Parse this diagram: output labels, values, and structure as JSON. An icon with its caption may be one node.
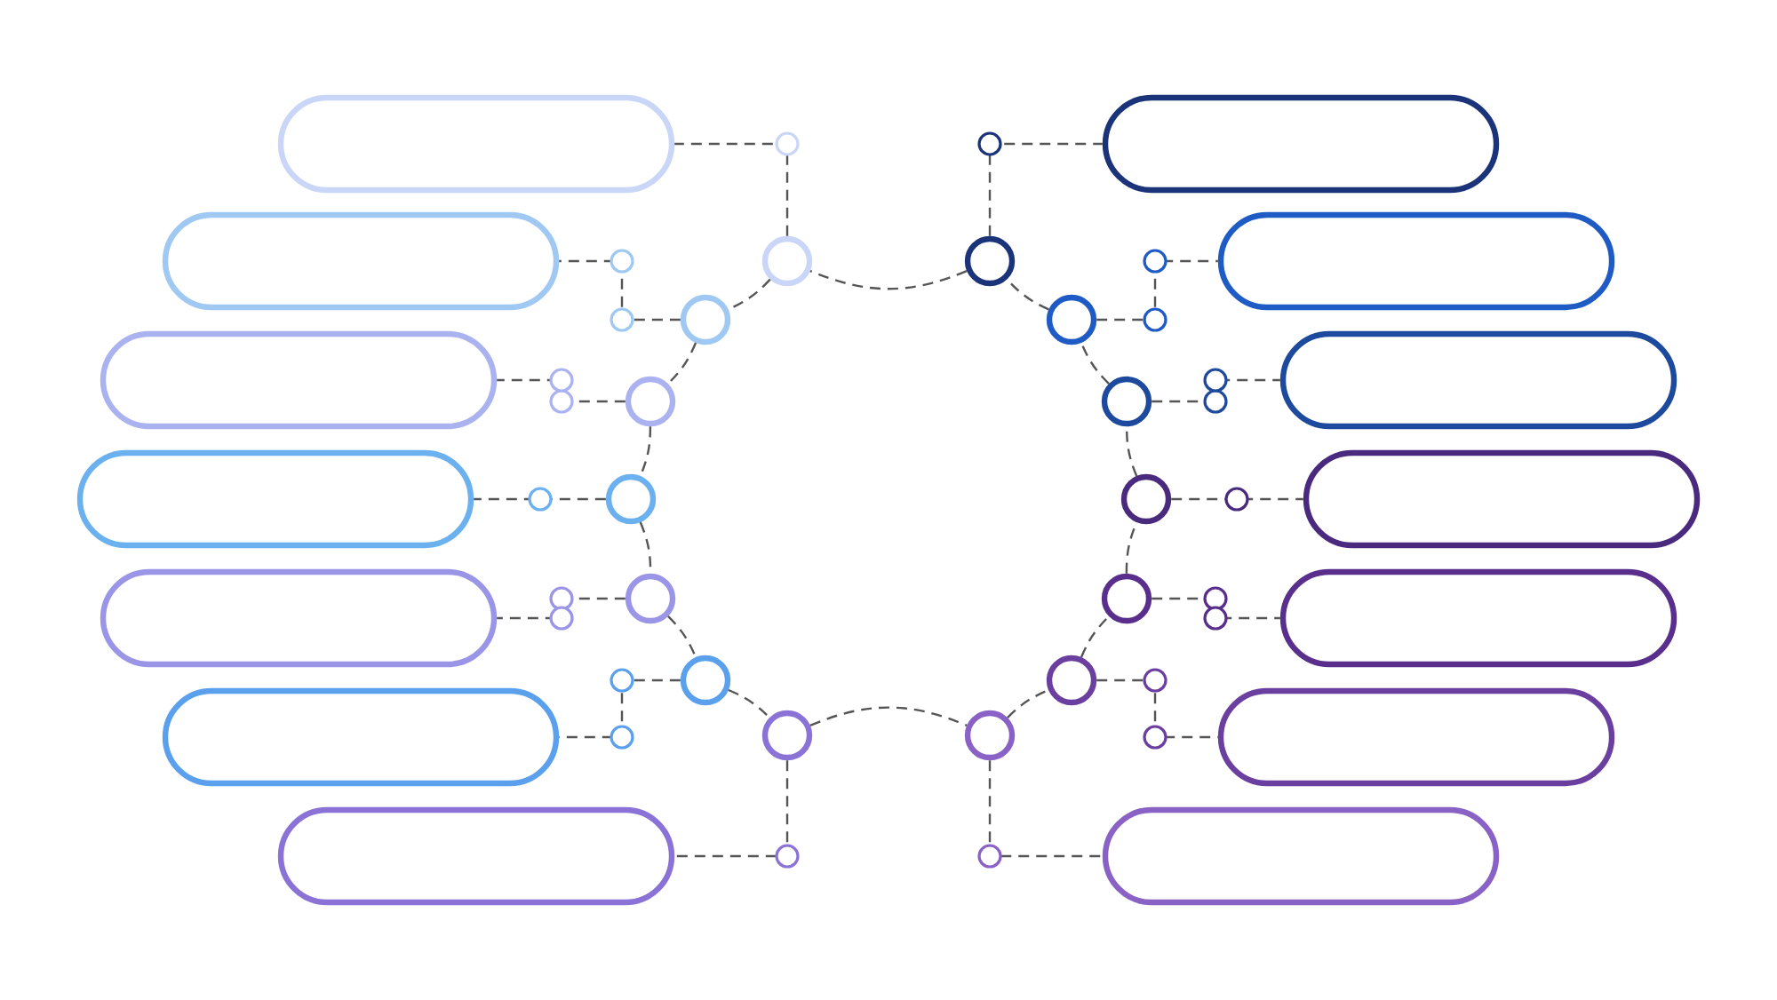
{
  "diagram": {
    "nodes": [
      {
        "text": [],
        "shape": "box"
      },
      {
        "text": [],
        "shape": "box"
      },
      {
        "text": [],
        "shape": "box"
      },
      {
        "text": [],
        "shape": "box"
      },
      {
        "text": [],
        "shape": "box"
      },
      {
        "text": [],
        "shape": "box"
      },
      {
        "text": [],
        "shape": "box"
      },
      {
        "text": [],
        "shape": "box"
      },
      {
        "text": [],
        "shape": "box"
      },
      {
        "text": [],
        "shape": "box"
      },
      {
        "text": [],
        "shape": "box"
      },
      {
        "text": [],
        "shape": "box"
      },
      {
        "text": [],
        "shape": "box"
      },
      {
        "text": [],
        "shape": "box"
      },
      {
        "text": [],
        "shape": "circle"
      },
      {
        "text": [],
        "shape": "circle"
      },
      {
        "text": [],
        "shape": "circle"
      },
      {
        "text": [],
        "shape": "circle"
      },
      {
        "text": [],
        "shape": "circle"
      },
      {
        "text": [],
        "shape": "circle"
      },
      {
        "text": [],
        "shape": "circle"
      },
      {
        "text": [],
        "shape": "circle"
      },
      {
        "text": [],
        "shape": "circle"
      },
      {
        "text": [],
        "shape": "circle"
      },
      {
        "text": [],
        "shape": "circle"
      },
      {
        "text": [],
        "shape": "circle"
      },
      {
        "text": [],
        "shape": "circle"
      },
      {
        "text": [],
        "shape": "circle"
      }
    ],
    "edges": [
      {
        "from": 14,
        "to": 0,
        "arrow": "none",
        "style": "dashed"
      },
      {
        "from": 15,
        "to": 1,
        "arrow": "none",
        "style": "dashed"
      },
      {
        "from": 16,
        "to": 2,
        "arrow": "none",
        "style": "dashed"
      },
      {
        "from": 17,
        "to": 3,
        "arrow": "none",
        "style": "dashed"
      },
      {
        "from": 18,
        "to": 4,
        "arrow": "none",
        "style": "dashed"
      },
      {
        "from": 19,
        "to": 5,
        "arrow": "none",
        "style": "dashed"
      },
      {
        "from": 20,
        "to": 6,
        "arrow": "none",
        "style": "dashed"
      },
      {
        "from": 21,
        "to": 7,
        "arrow": "none",
        "style": "dashed"
      },
      {
        "from": 22,
        "to": 8,
        "arrow": "none",
        "style": "dashed"
      },
      {
        "from": 23,
        "to": 9,
        "arrow": "none",
        "style": "dashed"
      },
      {
        "from": 24,
        "to": 10,
        "arrow": "none",
        "style": "dashed"
      },
      {
        "from": 25,
        "to": 11,
        "arrow": "none",
        "style": "dashed"
      },
      {
        "from": 26,
        "to": 12,
        "arrow": "none",
        "style": "dashed"
      },
      {
        "from": 27,
        "to": 13,
        "arrow": "none",
        "style": "dashed"
      },
      {
        "from": 14,
        "to": 15,
        "arrow": "none",
        "style": "dashed"
      },
      {
        "from": 15,
        "to": 16,
        "arrow": "none",
        "style": "dashed"
      },
      {
        "from": 16,
        "to": 17,
        "arrow": "none",
        "style": "dashed"
      },
      {
        "from": 17,
        "to": 18,
        "arrow": "none",
        "style": "dashed"
      },
      {
        "from": 18,
        "to": 19,
        "arrow": "none",
        "style": "dashed"
      },
      {
        "from": 19,
        "to": 20,
        "arrow": "none",
        "style": "dashed"
      },
      {
        "from": 20,
        "to": 27,
        "arrow": "none",
        "style": "dashed"
      },
      {
        "from": 27,
        "to": 26,
        "arrow": "none",
        "style": "dashed"
      },
      {
        "from": 26,
        "to": 25,
        "arrow": "none",
        "style": "dashed"
      },
      {
        "from": 25,
        "to": 24,
        "arrow": "none",
        "style": "dashed"
      },
      {
        "from": 24,
        "to": 23,
        "arrow": "none",
        "style": "dashed"
      },
      {
        "from": 23,
        "to": 22,
        "arrow": "none",
        "style": "dashed"
      },
      {
        "from": 22,
        "to": 21,
        "arrow": "none",
        "style": "dashed"
      },
      {
        "from": 21,
        "to": 14,
        "arrow": "none",
        "style": "dashed"
      }
    ]
  }
}
